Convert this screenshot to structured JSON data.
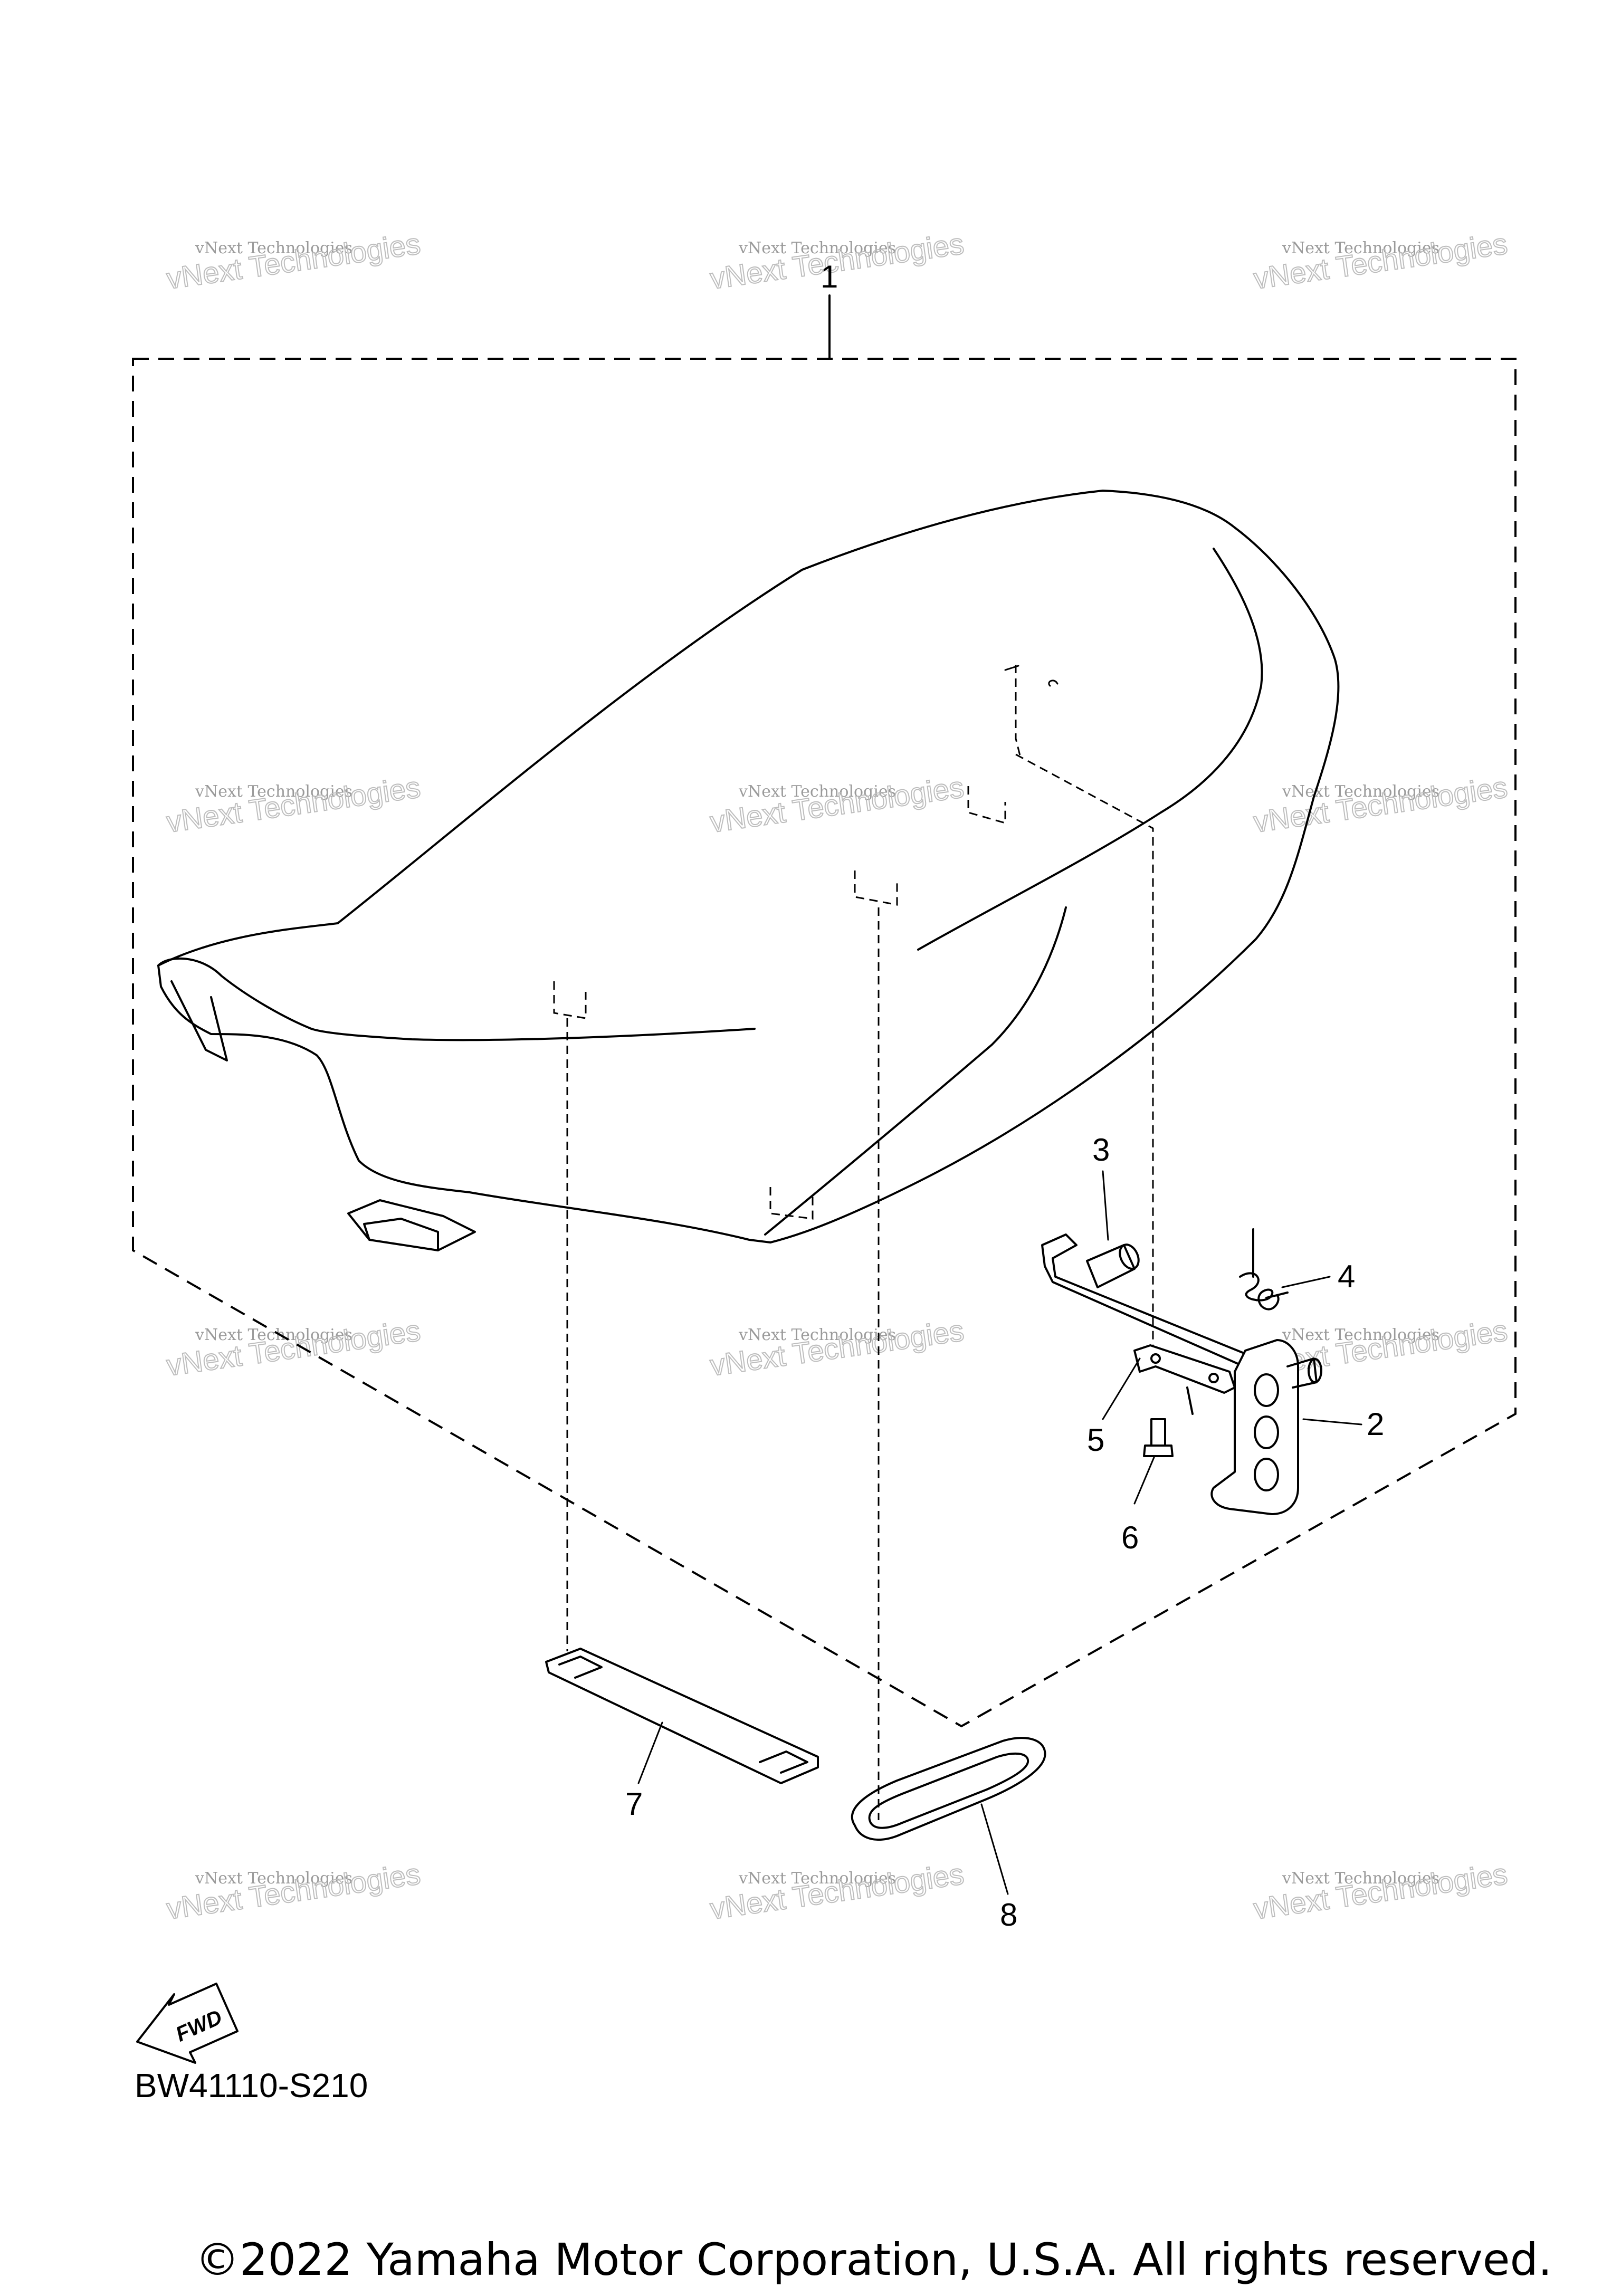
{
  "diagram_code": "BW41110-S210",
  "copyright": "©2022 Yamaha Motor Corporation, U.S.A. All rights reserved.",
  "fwd_label": "FWD",
  "watermark": {
    "line1": "vNext Technologies",
    "line2": "Technologies"
  },
  "callouts": [
    {
      "id": "1",
      "part": "seat-assembly"
    },
    {
      "id": "2",
      "part": "seat-lock-bracket"
    },
    {
      "id": "3",
      "part": "collar"
    },
    {
      "id": "4",
      "part": "spring"
    },
    {
      "id": "5",
      "part": "plate"
    },
    {
      "id": "6",
      "part": "bolt"
    },
    {
      "id": "7",
      "part": "seat-strap"
    },
    {
      "id": "8",
      "part": "strap-loop"
    }
  ]
}
